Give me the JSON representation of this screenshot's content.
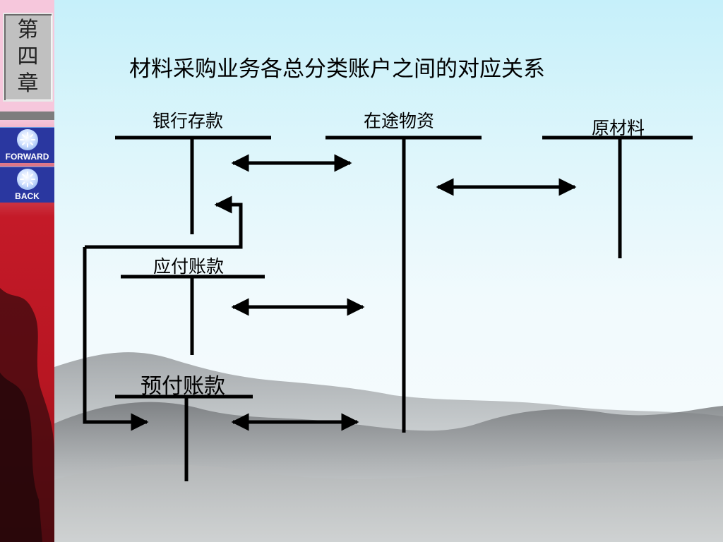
{
  "sidebar": {
    "chapter_chars": [
      "第",
      "四",
      "章"
    ],
    "forward_label": "FORWARD",
    "back_label": "BACK"
  },
  "title": "材料采购业务各总分类账户之间的对应关系",
  "accounts": {
    "bank_deposit": "银行存款",
    "materials_in_transit": "在途物资",
    "raw_materials": "原材料",
    "accounts_payable": "应付账款",
    "prepaid_accounts": "预付账款"
  },
  "colors": {
    "line": "#000000",
    "sidebar_pink": "#f6c7dc",
    "sidebar_red": "#c41a28",
    "nav_blue": "#2a37a0"
  }
}
